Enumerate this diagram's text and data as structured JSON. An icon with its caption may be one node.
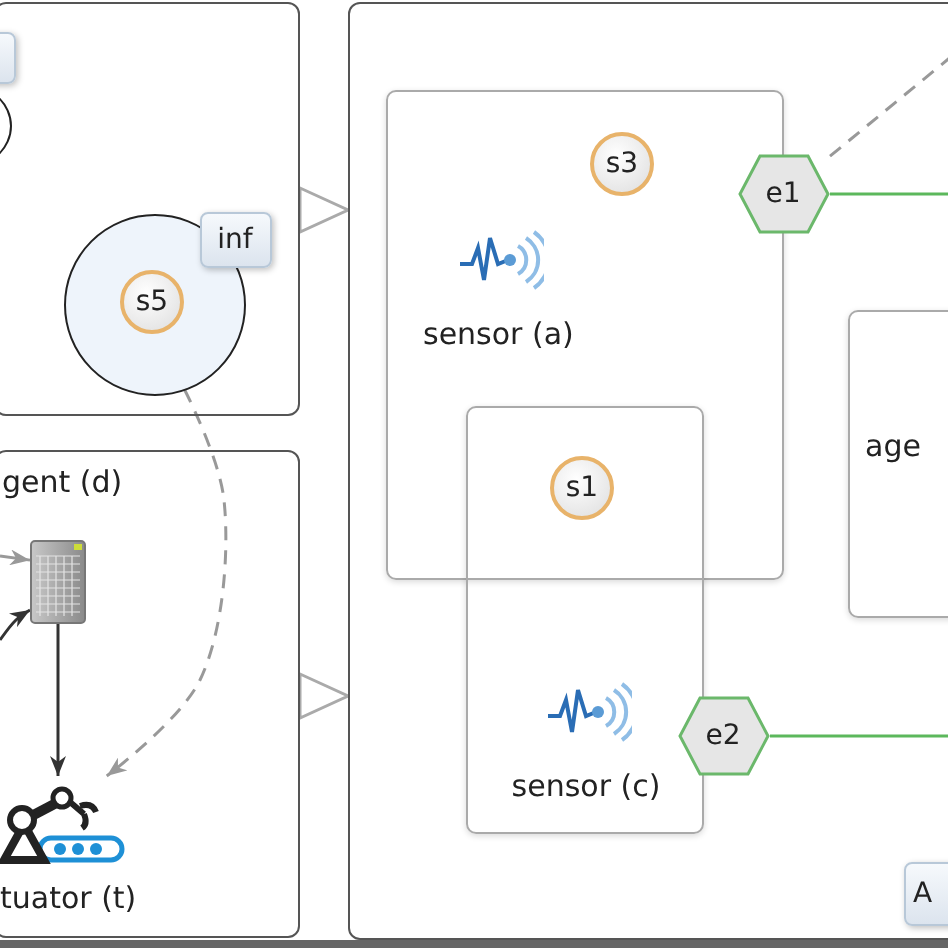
{
  "diagram": {
    "nodes": [
      {
        "text": [],
        "shape": "box"
      },
      {
        "text": [],
        "shape": "circle"
      },
      {
        "text": [],
        "shape": "box"
      },
      {
        "text": [],
        "shape": "circle",
        "in": 0
      },
      {
        "text": [
          "s5"
        ],
        "in": 3
      },
      {
        "text": [
          "inf"
        ],
        "in": 0
      },
      {
        "text": [],
        "shape": "box"
      },
      {
        "text": [],
        "shape": "server",
        "in": 6
      },
      {
        "text": [],
        "shape": "robot",
        "in": 6,
        "beside": [
          "tuator (t)"
        ]
      },
      {
        "text": [],
        "shape": "box"
      },
      {
        "text": [
          "sensor (a)"
        ],
        "in": 9
      },
      {
        "text": [
          "s3"
        ],
        "in": 10
      },
      {
        "text": [
          "e1"
        ],
        "in": 9
      },
      {
        "text": [
          "sensor (c)"
        ],
        "in": 9
      },
      {
        "text": [
          "s1"
        ]
      },
      {
        "text": [
          "age"
        ],
        "in": 9
      },
      {
        "text": [
          "e2"
        ],
        "in": 9
      },
      {
        "text": [
          "A"
        ],
        "in": 9
      }
    ],
    "edges": [
      {
        "from": 0,
        "to": 9,
        "arrow": "to",
        "color": "#aaaaaa"
      },
      {
        "from": 6,
        "to": 9,
        "arrow": "to",
        "color": "#aaaaaa"
      },
      {
        "from": 12,
        "to": null,
        "arrow": "none",
        "color": "#5cb85c"
      },
      {
        "from": 12,
        "to": null,
        "arrow": "none",
        "style": "dashed",
        "color": "#999999"
      },
      {
        "from": 16,
        "to": null,
        "arrow": "none",
        "color": "#5cb85c"
      },
      {
        "from": null,
        "to": 7,
        "arrow": "to",
        "color": "#999999"
      },
      {
        "from": null,
        "to": 7,
        "arrow": "to",
        "color": "#333333"
      },
      {
        "from": 7,
        "to": 8,
        "arrow": "to",
        "color": "#333333"
      },
      {
        "from": 3,
        "to": 8,
        "arrow": "to",
        "style": "dashed",
        "color": "#999999"
      }
    ],
    "labels": [
      "gent (d)"
    ]
  }
}
